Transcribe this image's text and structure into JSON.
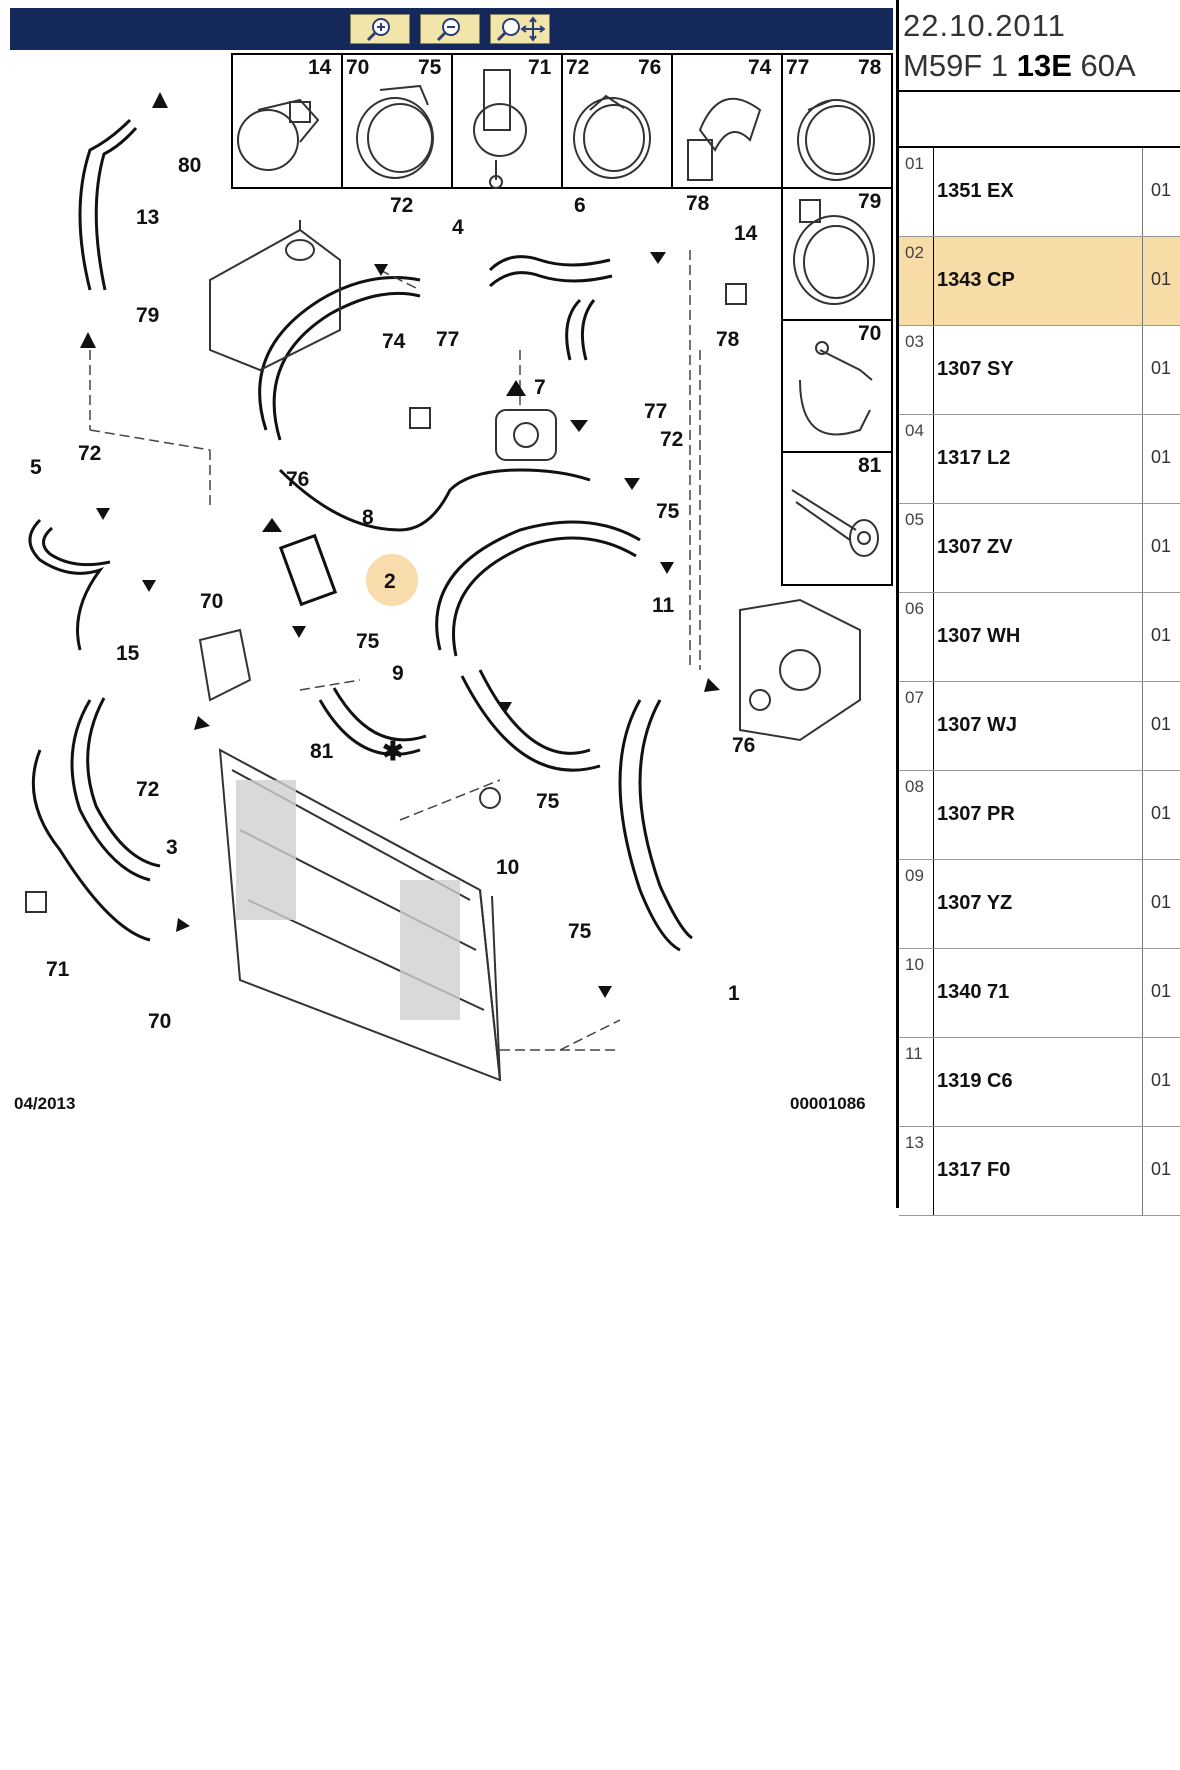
{
  "toolbar": {
    "buttons": [
      {
        "name": "zoom-in-button",
        "icon": "magnifier-plus-icon"
      },
      {
        "name": "zoom-out-button",
        "icon": "magnifier-minus-icon"
      },
      {
        "name": "pan-zoom-button",
        "icon": "magnifier-move-icon"
      }
    ]
  },
  "header": {
    "date": "22.10.2011",
    "code_prefix": "M59F 1 ",
    "code_bold": "13E",
    "code_suffix": " 60A"
  },
  "footer": {
    "left": "04/2013",
    "right": "00001086"
  },
  "callouts": {
    "c14": "14",
    "c70": "70",
    "c75": "75",
    "c71": "71",
    "c72": "72",
    "c76": "76",
    "c74": "74",
    "c77": "77",
    "c78": "78",
    "c79": "79",
    "c81": "81",
    "l80": "80",
    "l13": "13",
    "l79": "79",
    "l72a": "72",
    "l4": "4",
    "l6": "6",
    "l78a": "78",
    "l14": "14",
    "l74": "74",
    "l77a": "77",
    "l7": "7",
    "l78b": "78",
    "l77b": "77",
    "l5": "5",
    "l72b": "72",
    "l76a": "76",
    "l8": "8",
    "l72c": "72",
    "l2": "2",
    "l75a": "75",
    "l11": "11",
    "l70a": "70",
    "l15": "15",
    "l75b": "75",
    "l9": "9",
    "l76b": "76",
    "l81": "81",
    "l75c": "75",
    "l72d": "72",
    "l10": "10",
    "l3": "3",
    "l71": "71",
    "l75d": "75",
    "l70b": "70",
    "l1": "1"
  },
  "parts": [
    {
      "num": "01",
      "ref": "1351 EX",
      "qty": "01",
      "selected": false
    },
    {
      "num": "02",
      "ref": "1343 CP",
      "qty": "01",
      "selected": true
    },
    {
      "num": "03",
      "ref": "1307 SY",
      "qty": "01",
      "selected": false
    },
    {
      "num": "04",
      "ref": "1317 L2",
      "qty": "01",
      "selected": false
    },
    {
      "num": "05",
      "ref": "1307 ZV",
      "qty": "01",
      "selected": false
    },
    {
      "num": "06",
      "ref": "1307 WH",
      "qty": "01",
      "selected": false
    },
    {
      "num": "07",
      "ref": "1307 WJ",
      "qty": "01",
      "selected": false
    },
    {
      "num": "08",
      "ref": "1307 PR",
      "qty": "01",
      "selected": false
    },
    {
      "num": "09",
      "ref": "1307 YZ",
      "qty": "01",
      "selected": false
    },
    {
      "num": "10",
      "ref": "1340 71",
      "qty": "01",
      "selected": false
    },
    {
      "num": "11",
      "ref": "1319 C6",
      "qty": "01",
      "selected": false
    },
    {
      "num": "13",
      "ref": "1317 F0",
      "qty": "01",
      "selected": false
    }
  ]
}
